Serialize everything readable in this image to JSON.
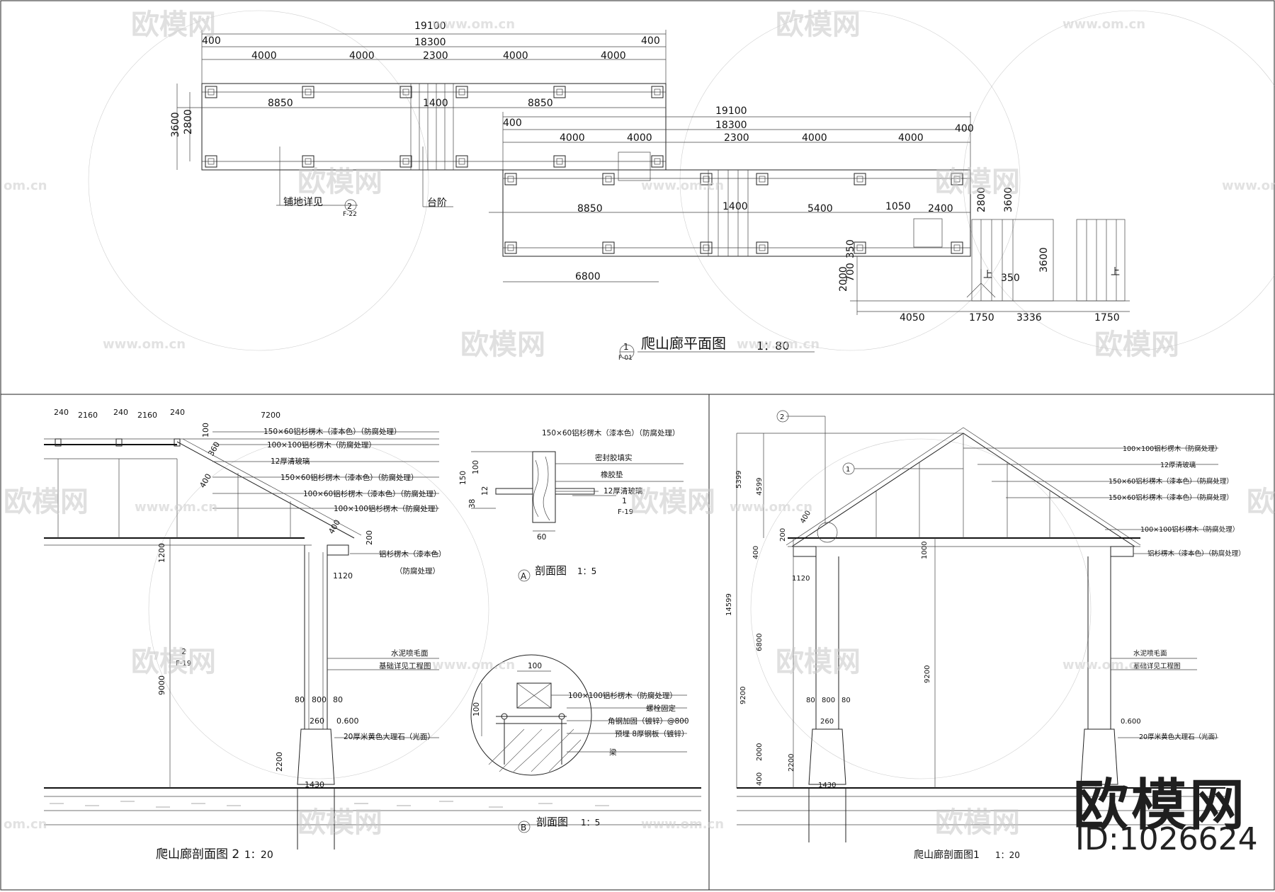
{
  "plan": {
    "title": "爬山廊平面图",
    "scale": "1：80",
    "tag_num": "1",
    "tag_ref": "F-01",
    "dims_top": [
      "19100",
      "18300",
      "400",
      "400",
      "4000",
      "4000",
      "2300",
      "4000",
      "4000",
      "8850",
      "1400",
      "8850",
      "3600",
      "2800"
    ],
    "dims_lower": [
      "19100",
      "18300",
      "400",
      "400",
      "4000",
      "4000",
      "2300",
      "4000",
      "4000",
      "8850",
      "1400",
      "5400",
      "1050",
      "2400",
      "2800",
      "3600",
      "6800",
      "700",
      "350",
      "2000",
      "350",
      "3600",
      "4050",
      "1750",
      "3336",
      "1750"
    ],
    "note_paving": "铺地详见",
    "note_paving_num": "2",
    "note_paving_ref": "F-22",
    "note_steps": "台阶",
    "up_label": "上"
  },
  "section2": {
    "title": "爬山廊剖面图 2",
    "scale": "1：20",
    "dims": [
      "240",
      "2160",
      "240",
      "2160",
      "240",
      "7200",
      "100",
      "360",
      "400",
      "400",
      "200",
      "1200",
      "1120",
      "9000",
      "80",
      "800",
      "80",
      "260",
      "0.600",
      "2200",
      "1430"
    ],
    "labels": [
      "150×60铝杉楞木（漆本色）（防腐处理）",
      "100×100铝杉楞木（防腐处理）",
      "12厚清玻璃",
      "150×60铝杉楞木（漆本色）（防腐处理）",
      "100×60铝杉楞木（漆本色）（防腐处理）",
      "100×100铝杉楞木（防腐处理）",
      "铝杉楞木（漆本色）",
      "（防腐处理）",
      "水泥喷毛面",
      "基础详见工程图",
      "20厚米黄色大理石（光面）"
    ],
    "ref_num": "2",
    "ref_sheet": "F-19"
  },
  "sectionA": {
    "title": "剖面图",
    "scale": "1：5",
    "tag": "A",
    "dims": [
      "150",
      "100",
      "12",
      "38",
      "60"
    ],
    "labels": [
      "150×60铝杉楞木（漆本色）（防腐处理）",
      "密封胶填实",
      "橡胶垫",
      "12厚清玻璃"
    ],
    "ref_num": "1",
    "ref_sheet": "F-19"
  },
  "sectionB": {
    "title": "剖面图",
    "scale": "1：5",
    "tag": "B",
    "dims": [
      "100",
      "100"
    ],
    "labels": [
      "100×100铝杉楞木（防腐处理）",
      "螺栓固定",
      "角钢加固（镀锌）@800",
      "预埋 8厚钢板（镀锌）",
      "梁"
    ]
  },
  "section1": {
    "title": "爬山廊剖面图1",
    "scale": "1：20",
    "ref_a": "2",
    "ref_b": "1",
    "dims": [
      "5399",
      "4599",
      "200",
      "400",
      "400",
      "14599",
      "1120",
      "1000",
      "6800",
      "9200",
      "9200",
      "80",
      "800",
      "80",
      "260",
      "0.600",
      "2000",
      "2200",
      "400",
      "1430"
    ],
    "labels": [
      "100×100铝杉楞木（防腐处理）",
      "12厚清玻璃",
      "150×60铝杉楞木（漆本色）（防腐处理）",
      "150×60铝杉楞木（漆本色）（防腐处理）",
      "100×100铝杉楞木（防腐处理）",
      "铝杉楞木（漆本色）（防腐处理）",
      "水泥喷毛面",
      "基础详见工程图",
      "20厚米黄色大理石（光面）"
    ]
  },
  "watermark": {
    "brand": "欧模网",
    "url": "www.om.cn",
    "url_short": "om.cn",
    "id": "ID:1026624"
  }
}
